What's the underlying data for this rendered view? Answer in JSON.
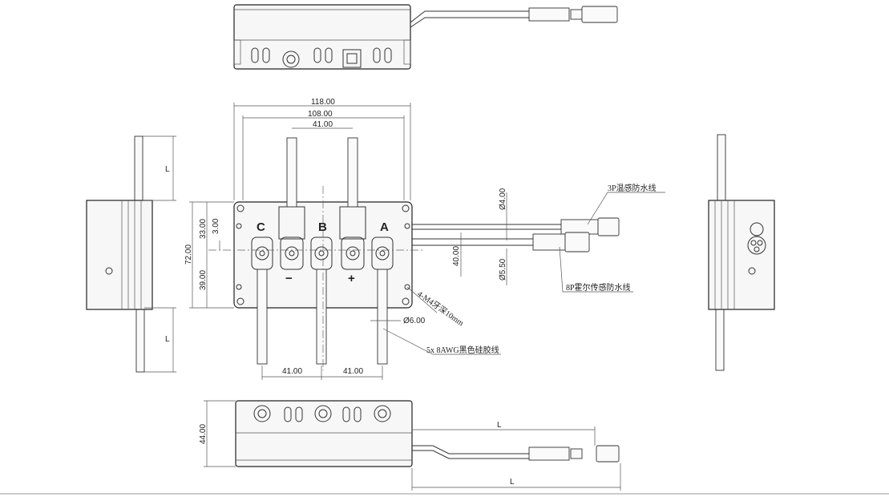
{
  "dimensions": {
    "top_width": "118.00",
    "inner_width": "108.00",
    "pole_pitch": "41.00",
    "right_top": "33.00",
    "right_small": "3.00",
    "height_total": "72.00",
    "height_lower": "39.00",
    "dia_small": "Ø4.00",
    "dia_large": "Ø5.50",
    "cable_spacing": "40.00",
    "dia_hole": "Ø6.00",
    "bottom_left_pitch": "41.00",
    "bottom_right_pitch": "41.00",
    "side_height": "44.00",
    "length_symbol": "L"
  },
  "labels": {
    "phase_c": "C",
    "phase_b": "B",
    "phase_a": "A",
    "minus": "−",
    "plus": "+"
  },
  "notes": {
    "temp_sensor": "3P温感防水线",
    "hall_sensor": "8P霍尔传感防水线",
    "thread": "4-M4牙深10mm",
    "wire": "5x 8AWG黑色硅胶线"
  }
}
